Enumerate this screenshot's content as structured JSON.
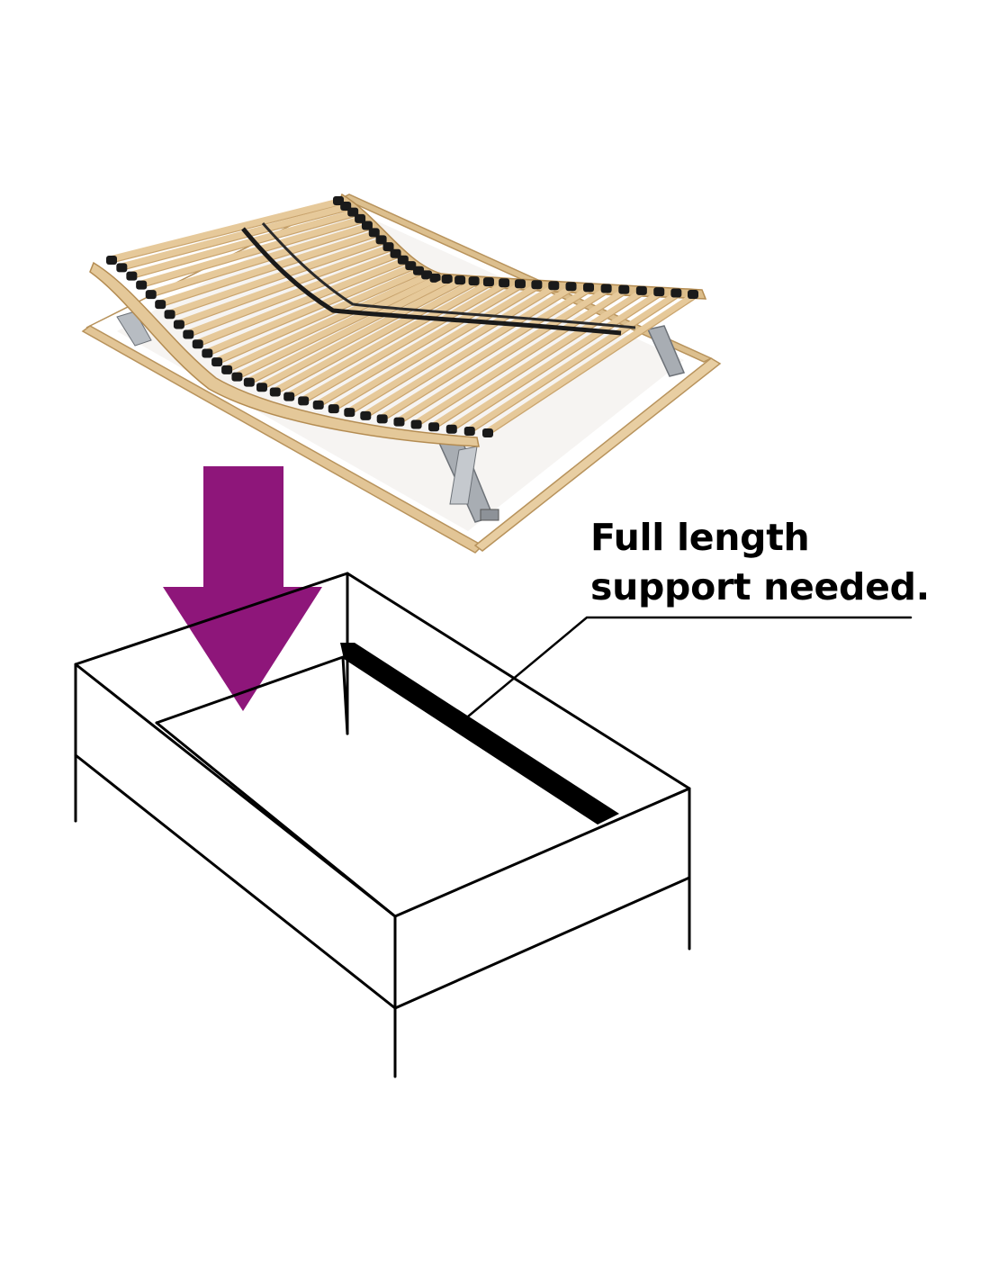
{
  "callout": {
    "line1": "Full length",
    "line2": "support needed."
  },
  "colors": {
    "arrow": "#8e167a",
    "outline": "#000000",
    "support_beam": "#000000",
    "wood": "#e6c99a",
    "wood_dark": "#c9a46e",
    "slat_cap": "#1a1a1a",
    "metal": "#9aa0a6",
    "background": "#ffffff"
  },
  "icons": {
    "slatted_frame": "slatted-bed-frame-illustration",
    "arrow": "down-arrow-icon",
    "bed_box": "bed-base-box-illustration"
  }
}
